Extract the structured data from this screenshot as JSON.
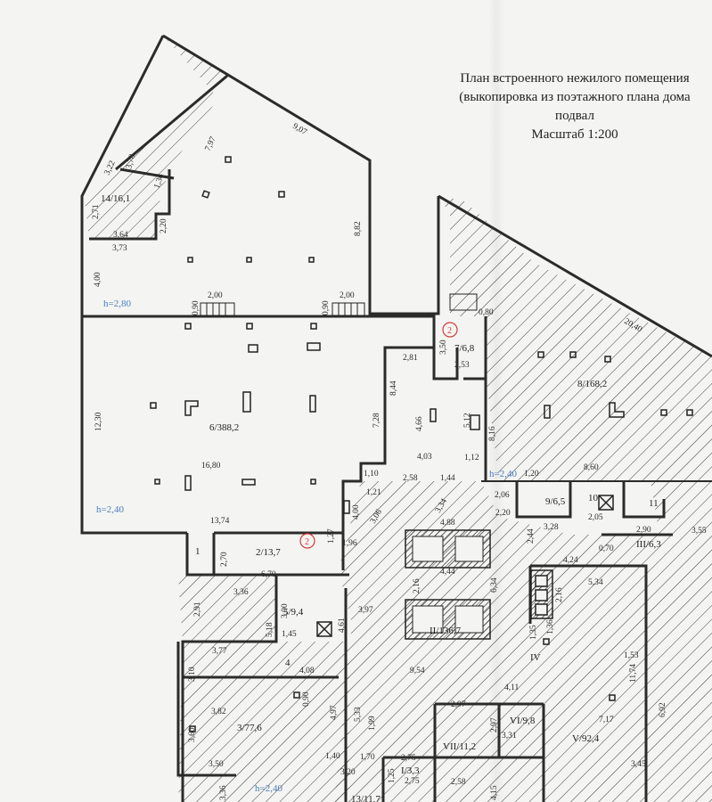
{
  "title": {
    "line1": "План встроенного нежилого помещения",
    "line2": "(выкопировка из поэтажного плана дома",
    "line3": "подвал",
    "line4": "Масштаб 1:200"
  },
  "rooms": {
    "r14": "14/16,1",
    "r6": "6/388,2",
    "r7": "7/6,8",
    "r8": "8/168,2",
    "r2": "2/13,7",
    "r9": "9/6,5",
    "r10": "10",
    "r11": "11",
    "r3": "3/77,6",
    "r4": "4",
    "r5": "5/9,4",
    "rII": "II/136,7",
    "rIII": "III/6,3",
    "rIV": "IV",
    "rV": "V/92,4",
    "rVI": "VI/9,8",
    "rVII": "VII/11,2",
    "rI": "I/3,3",
    "r13": "13/11,7",
    "r1": "1"
  },
  "heights": {
    "h1": "h=2,80",
    "h2": "h=2,40",
    "h3": "h=2,40",
    "h4": "h=2,40"
  },
  "markers": {
    "m1": "2",
    "m2": "2"
  },
  "dims": {
    "d1": "9,07",
    "d2": "7,97",
    "d3": "8,82",
    "d4": "3,78",
    "d5": "3,22",
    "d6": "2,71",
    "d7": "1,36",
    "d8": "3,64",
    "d9": "3,73",
    "d10": "2,20",
    "d11": "4,00",
    "d12": "2,00",
    "d13": "2,00",
    "d14": "0,90",
    "d15": "0,90",
    "d16": "12,30",
    "d17": "16,80",
    "d18": "13,74",
    "d19": "2,81",
    "d20": "8,44",
    "d21": "7,28",
    "d22": "4,66",
    "d23": "4,03",
    "d24": "2,53",
    "d25": "3,50",
    "d26": "0,80",
    "d27": "20,40",
    "d28": "8,16",
    "d29": "5,12",
    "d30": "1,12",
    "d31": "2,58",
    "d32": "1,44",
    "d33": "1,10",
    "d34": "1,21",
    "d35": "4,00",
    "d36": "1,96",
    "d37": "1,27",
    "d38": "2,70",
    "d39": "6,70",
    "d40": "3,36",
    "d41": "2,91",
    "d42": "5,18",
    "d43": "3,00",
    "d44": "1,45",
    "d45": "3,77",
    "d46": "3,10",
    "d47": "4,08",
    "d48": "0,90",
    "d49": "3,82",
    "d50": "3,60",
    "d51": "3,50",
    "d52": "4,97",
    "d53": "3,97",
    "d54": "4,88",
    "d55": "4,44",
    "d56": "2,16",
    "d57": "6,34",
    "d58": "9,54",
    "d59": "8,60",
    "d60": "1,20",
    "d61": "2,06",
    "d62": "2,20",
    "d63": "3,28",
    "d64": "2,44",
    "d65": "2,05",
    "d66": "2,90",
    "d67": "0,70",
    "d68": "4,24",
    "d69": "5,34",
    "d70": "2,16",
    "d71": "1,53",
    "d72": "11,74",
    "d73": "6,92",
    "d74": "7,17",
    "d75": "3,45",
    "d76": "4,11",
    "d77": "2,97",
    "d78": "2,97",
    "d79": "3,31",
    "d80": "2,75",
    "d81": "2,75",
    "d82": "2,58",
    "d83": "1,40",
    "d84": "3,20",
    "d85": "1,70",
    "d86": "1,25",
    "d87": "3,36",
    "d88": "4,15",
    "d89": "3,55",
    "d90": "1,36",
    "d91": "1,35",
    "d92": "3,34",
    "d93": "3,06",
    "d94": "4,61",
    "d95": "5,33",
    "d96": "1,99"
  },
  "colors": {
    "wall": "#2b2b2b",
    "hatch": "#3a3a3a",
    "blue_note": "#4a7fc0",
    "red_marker": "#d23a3a"
  }
}
